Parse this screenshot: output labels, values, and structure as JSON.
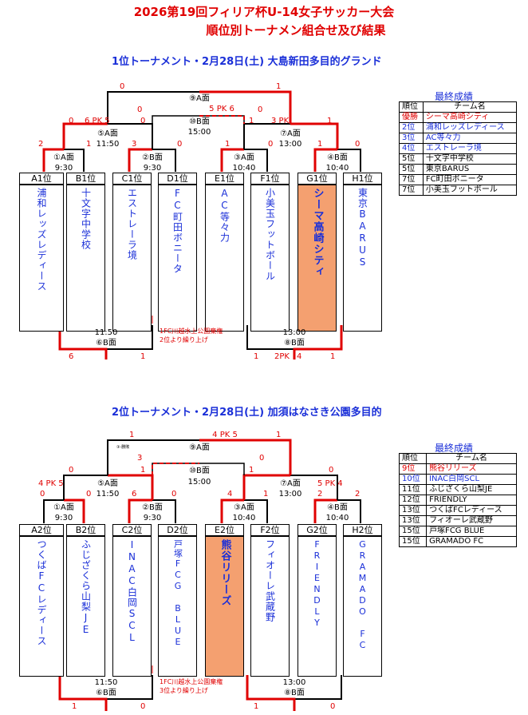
{
  "title_line1": "2026第19回フィリア杯U-14女子サッカー大会",
  "title_line2": "順位別トーナメン組合せ及び結果",
  "t1": {
    "heading": "1位トーナメント・2月28日(土) 大島新田多目的グランド",
    "teams": [
      {
        "pos": "A1位",
        "name": "浦和レッズレディース"
      },
      {
        "pos": "B1位",
        "name": "十文字中学校"
      },
      {
        "pos": "C1位",
        "name": "エストレーラ境"
      },
      {
        "pos": "D1位",
        "name": "FC町田ボニータ"
      },
      {
        "pos": "E1位",
        "name": "AC等々力"
      },
      {
        "pos": "F1位",
        "name": "小美玉フットボール"
      },
      {
        "pos": "G1位",
        "name": "シーマ高崎シティ"
      },
      {
        "pos": "H1位",
        "name": "東京BARUS"
      }
    ],
    "m1": "①A面",
    "m1t": "9:30",
    "m2": "②B面",
    "m2t": "9:30",
    "m3": "③A面",
    "m3t": "10:40",
    "m4": "④B面",
    "m4t": "10:40",
    "m5": "⑤A面",
    "m5t": "11:50",
    "m7": "⑦A面",
    "m7t": "13:00",
    "m9": "⑨A面",
    "m10": "⑩B面",
    "m10t": "15:00",
    "m6": "⑥B面",
    "m6t": "11:50",
    "m8": "⑧B面",
    "m8t": "13:00",
    "s": {
      "a1": "2",
      "b1": "1",
      "c1": "3",
      "d1": "0",
      "e1": "1",
      "f1": "0",
      "g1": "1",
      "h1": "0",
      "m5l": "0",
      "m5pk": "6 PK 5",
      "m5r": "0",
      "m7l": "1",
      "m7pk": "3 PK",
      "m7r": "1",
      "m9l": "0",
      "m9r": "1",
      "m10l": "0",
      "m10pk": "5 PK 6",
      "m10r": "0",
      "m6l": "6",
      "m6r": "1",
      "m8l": "1",
      "m8pk": "2PK",
      "m8pkn": "4",
      "m8r": "1"
    },
    "note1": "1FC川越水上公園棄権",
    "note2": "2位より繰り上げ",
    "results_title": "最終成績",
    "results_head": [
      "順位",
      "チーム名"
    ],
    "results": [
      {
        "rank": "優勝",
        "team": "シーマ高崎シティ",
        "color": "#e00000"
      },
      {
        "rank": "2位",
        "team": "浦和レッズレディース",
        "color": "#1a2fd8"
      },
      {
        "rank": "3位",
        "team": "AC等々力",
        "color": "#1a2fd8"
      },
      {
        "rank": "4位",
        "team": "エストレーラ境",
        "color": "#1a2fd8"
      },
      {
        "rank": "5位",
        "team": "十文字中学校",
        "color": "#000"
      },
      {
        "rank": "5位",
        "team": "東京BARUS",
        "color": "#000"
      },
      {
        "rank": "7位",
        "team": "FC町田ボニータ",
        "color": "#000"
      },
      {
        "rank": "7位",
        "team": "小美玉フットボール",
        "color": "#000"
      }
    ]
  },
  "t2": {
    "heading": "2位トーナメント・2月28日(土) 加須はなさき公園多目的",
    "teams": [
      {
        "pos": "A2位",
        "name": "つくばFCレディース"
      },
      {
        "pos": "B2位",
        "name": "ふじざくら山梨JE"
      },
      {
        "pos": "C2位",
        "name": "INAC白岡SCL"
      },
      {
        "pos": "D2位",
        "name": "戸塚FCG BLUE"
      },
      {
        "pos": "E2位",
        "name": "熊谷リリーズ"
      },
      {
        "pos": "F2位",
        "name": "フィオーレ武蔵野"
      },
      {
        "pos": "G2位",
        "name": "FRIENDLY"
      },
      {
        "pos": "H2位",
        "name": "GRAMADO FC"
      }
    ],
    "m1": "①A面",
    "m1t": "9:30",
    "m2": "②B面",
    "m2t": "9:30",
    "m3": "③A面",
    "m3t": "10:40",
    "m4": "④B面",
    "m4t": "10:40",
    "m5": "⑤A面",
    "m5t": "11:50",
    "m7": "⑦A面",
    "m7t": "13:00",
    "m9": "⑨A面",
    "m10": "⑩B面",
    "m10t": "15:00",
    "m6": "⑥B面",
    "m6t": "11:50",
    "m8": "⑧B面",
    "m8t": "13:00",
    "s": {
      "a1": "0",
      "b1": "0",
      "c1": "6",
      "d1": "0",
      "e1": "4",
      "f1": "1",
      "g1": "2",
      "h1": "2",
      "a1pk": "4 PK 5",
      "m5l": "0",
      "m5r": "1",
      "g1pk": "5 PK 4",
      "m7l": "1",
      "m7r": "0",
      "m9l": "1",
      "m9pk": "4 PK 5",
      "m9r": "1",
      "m10l": "3",
      "m10r": "0",
      "m6l": "1",
      "m6r": "0",
      "m8l": "1",
      "m8r": "0"
    },
    "tiny": "③-勝敗",
    "note1": "1FC川越水上公園棄権",
    "note2": "3位より繰り上げ",
    "results_title": "最終成績",
    "results_head": [
      "順位",
      "チーム名"
    ],
    "results": [
      {
        "rank": "9位",
        "team": "熊谷リリーズ",
        "color": "#e00000"
      },
      {
        "rank": "10位",
        "team": "INAC白岡SCL",
        "color": "#1a2fd8"
      },
      {
        "rank": "11位",
        "team": "ふじざくら山梨JE",
        "color": "#000"
      },
      {
        "rank": "12位",
        "team": "FRIENDLY",
        "color": "#000"
      },
      {
        "rank": "13位",
        "team": "つくばFCレディース",
        "color": "#000"
      },
      {
        "rank": "13位",
        "team": "フィオーレ武蔵野",
        "color": "#000"
      },
      {
        "rank": "15位",
        "team": "戸塚FCG BLUE",
        "color": "#000"
      },
      {
        "rank": "15位",
        "team": "GRAMADO FC",
        "color": "#000"
      }
    ]
  }
}
